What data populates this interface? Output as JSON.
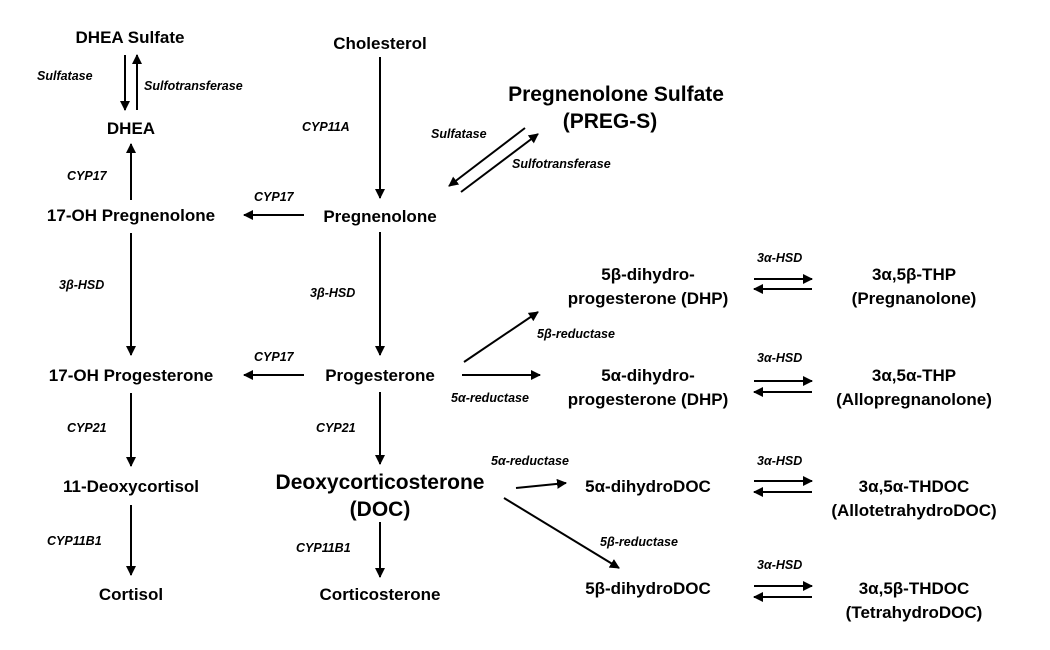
{
  "nodes": {
    "dhea_sulfate": "DHEA Sulfate",
    "dhea": "DHEA",
    "cholesterol": "Cholesterol",
    "preg_s_line1": "Pregnenolone Sulfate",
    "preg_s_line2": "(PREG-S)",
    "oh17_pregnenolone": "17-OH Pregnenolone",
    "pregnenolone": "Pregnenolone",
    "oh17_progesterone": "17-OH Progesterone",
    "progesterone": "Progesterone",
    "deoxycortisol": "11-Deoxycortisol",
    "doc_line1": "Deoxycorticosterone",
    "doc_line2": "(DOC)",
    "cortisol": "Cortisol",
    "corticosterone": "Corticosterone",
    "b_dhp_line1": "5β-dihydro-",
    "b_dhp_line2": "progesterone (DHP)",
    "a_dhp_line1": "5α-dihydro-",
    "a_dhp_line2": "progesterone (DHP)",
    "a_dihydrodoc": "5α-dihydroDOC",
    "b_dihydrodoc": "5β-dihydroDOC",
    "pregnanolone_line1": "3α,5β-THP",
    "pregnanolone_line2": "(Pregnanolone)",
    "allopregnanolone_line1": "3α,5α-THP",
    "allopregnanolone_line2": "(Allopregnanolone)",
    "athdoc_line1": "3α,5α-THDOC",
    "athdoc_line2": "(AllotetrahydroDOC)",
    "bthdoc_line1": "3α,5β-THDOC",
    "bthdoc_line2": "(TetrahydroDOC)"
  },
  "enzymes": {
    "sulfatase_dhea": "Sulfatase",
    "sulfotransferase_dhea": "Sulfotransferase",
    "cyp11a": "CYP11A",
    "sulfatase_preg": "Sulfatase",
    "sulfotransferase_preg": "Sulfotransferase",
    "cyp17_dhea": "CYP17",
    "cyp17_preg": "CYP17",
    "hsd3b_left": "3β-HSD",
    "hsd3b_mid": "3β-HSD",
    "cyp17_prog": "CYP17",
    "reductase_5b_prog": "5β-reductase",
    "reductase_5a_prog": "5α-reductase",
    "hsd3a_1": "3α-HSD",
    "hsd3a_2": "3α-HSD",
    "cyp21_left": "CYP21",
    "cyp21_mid": "CYP21",
    "reductase_5a_doc": "5α-reductase",
    "hsd3a_3": "3α-HSD",
    "reductase_5b_doc": "5β-reductase",
    "cyp11b1_left": "CYP11B1",
    "cyp11b1_mid": "CYP11B1",
    "hsd3a_4": "3α-HSD"
  }
}
